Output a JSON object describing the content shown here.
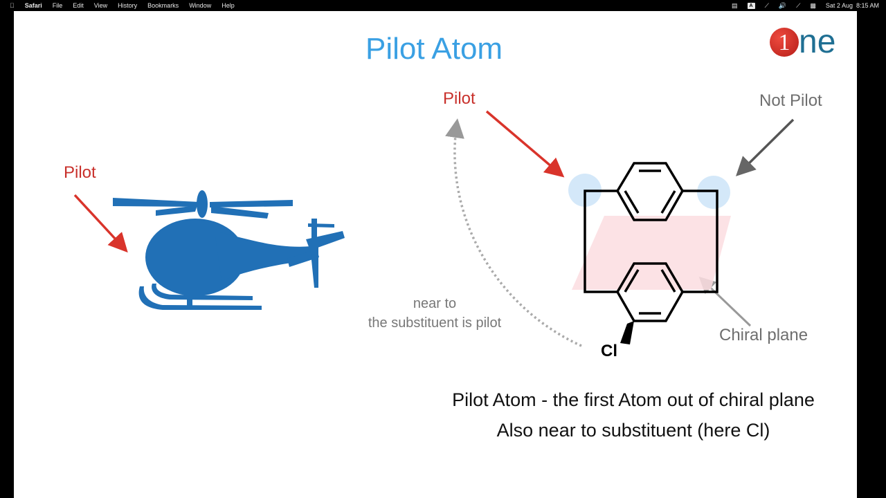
{
  "menubar": {
    "apple": "",
    "app": "Safari",
    "menus": [
      "File",
      "Edit",
      "View",
      "History",
      "Bookmarks",
      "Window",
      "Help"
    ],
    "status": {
      "input_badge": "A",
      "date": "Sat 2 Aug",
      "time": "8:15 AM"
    }
  },
  "slide": {
    "title": "Pilot Atom",
    "logo": {
      "digit": "1",
      "text": "ne"
    },
    "helicopter_label": "Pilot",
    "molecule_pilot_label": "Pilot",
    "not_pilot_label": "Not Pilot",
    "chiral_plane_label": "Chiral plane",
    "substituent": "Cl",
    "note": [
      "near to",
      "the substituent is pilot"
    ],
    "caption": [
      "Pilot Atom - the first Atom out of chiral plane",
      "Also near to substituent (here Cl)"
    ],
    "colors": {
      "title": "#3aa0e3",
      "pilot": "#c8302b",
      "helicopter": "#2170b6",
      "plane": "#fbdde0",
      "highlight": "#cfe6f8"
    }
  }
}
